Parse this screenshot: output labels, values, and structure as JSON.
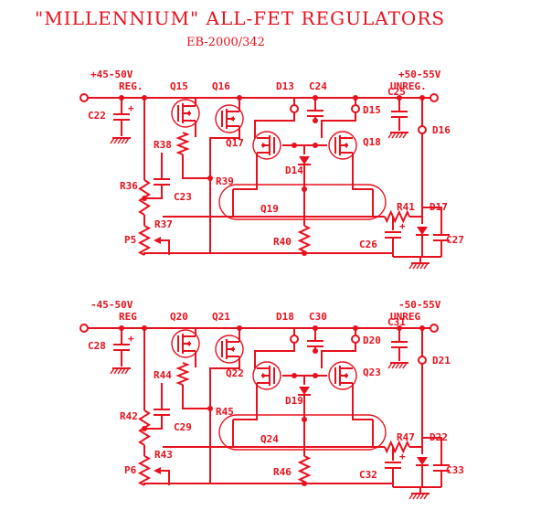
{
  "title": "\"MILLENNIUM\" ALL-FET REGULATORS",
  "subtitle": "EB-2000/342",
  "colors": {
    "ink": "#e8101c",
    "paper": "#ffffff"
  },
  "upper": {
    "in_voltage": "+45-50V",
    "in_tag": "REG.",
    "out_voltage": "+50-55V",
    "out_tag": "UNREG.",
    "refs": [
      "Q15",
      "Q16",
      "Q17",
      "Q18",
      "Q19",
      "D13",
      "D14",
      "D15",
      "D16",
      "D17",
      "C22",
      "C23",
      "C24",
      "C25",
      "C26",
      "C27",
      "R36",
      "R37",
      "R38",
      "R39",
      "R40",
      "R41",
      "P5"
    ]
  },
  "lower": {
    "in_voltage": "-45-50V",
    "in_tag": "REG",
    "out_voltage": "-50-55V",
    "out_tag": "UNREG",
    "refs": [
      "Q20",
      "Q21",
      "Q22",
      "Q23",
      "Q24",
      "D18",
      "D19",
      "D20",
      "D21",
      "D22",
      "C28",
      "C29",
      "C30",
      "C31",
      "C32",
      "C33",
      "R42",
      "R43",
      "R44",
      "R45",
      "R46",
      "R47",
      "P6"
    ]
  }
}
